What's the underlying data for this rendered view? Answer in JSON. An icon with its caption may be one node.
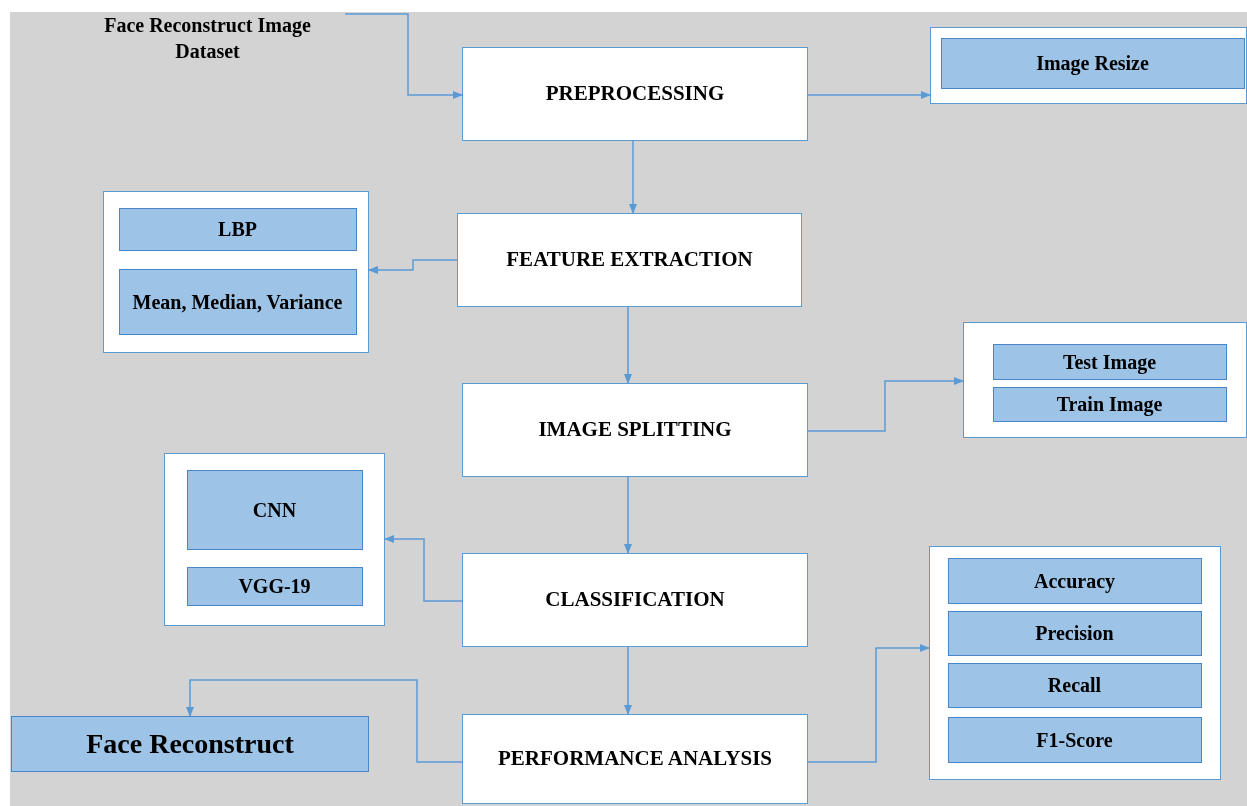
{
  "diagram": {
    "nodes": [
      {
        "text": [
          "Face Reconstruct Image Dataset"
        ]
      },
      {
        "text": [
          "PREPROCESSING"
        ]
      },
      {
        "text": [],
        "shape": "box"
      },
      {
        "text": [
          "Image Resize"
        ],
        "in": 2
      },
      {
        "text": [],
        "shape": "box"
      },
      {
        "text": [
          "LBP"
        ],
        "in": 4
      },
      {
        "text": [
          "Mean, Median, Variance"
        ],
        "in": 4
      },
      {
        "text": [
          "FEATURE EXTRACTION"
        ]
      },
      {
        "text": [
          "IMAGE SPLITTING"
        ]
      },
      {
        "text": [],
        "shape": "box"
      },
      {
        "text": [
          "Test Image"
        ],
        "in": 9
      },
      {
        "text": [
          "Train Image"
        ],
        "in": 9
      },
      {
        "text": [],
        "shape": "box"
      },
      {
        "text": [
          "CNN"
        ],
        "in": 12
      },
      {
        "text": [
          "VGG-19"
        ],
        "in": 12
      },
      {
        "text": [
          "CLASSIFICATION"
        ]
      },
      {
        "text": [],
        "shape": "box"
      },
      {
        "text": [
          "Accuracy"
        ],
        "in": 16
      },
      {
        "text": [
          "Precision"
        ],
        "in": 16
      },
      {
        "text": [
          "Recall"
        ],
        "in": 16
      },
      {
        "text": [
          "F1-Score"
        ],
        "in": 16
      },
      {
        "text": [
          "Face Reconstruct"
        ]
      },
      {
        "text": [
          "PERFORMANCE ANALYSIS"
        ]
      }
    ],
    "edges": [
      {
        "from": 0,
        "to": 1,
        "arrow": "to"
      },
      {
        "from": 1,
        "to": 2,
        "arrow": "to"
      },
      {
        "from": 1,
        "to": 7,
        "arrow": "to"
      },
      {
        "from": 7,
        "to": 4,
        "arrow": "to"
      },
      {
        "from": 7,
        "to": 8,
        "arrow": "to"
      },
      {
        "from": 8,
        "to": 9,
        "arrow": "to"
      },
      {
        "from": 8,
        "to": 15,
        "arrow": "to"
      },
      {
        "from": 15,
        "to": 12,
        "arrow": "to"
      },
      {
        "from": 15,
        "to": 22,
        "arrow": "to"
      },
      {
        "from": 22,
        "to": 21,
        "arrow": "to"
      },
      {
        "from": 22,
        "to": 16,
        "arrow": "to"
      }
    ]
  }
}
